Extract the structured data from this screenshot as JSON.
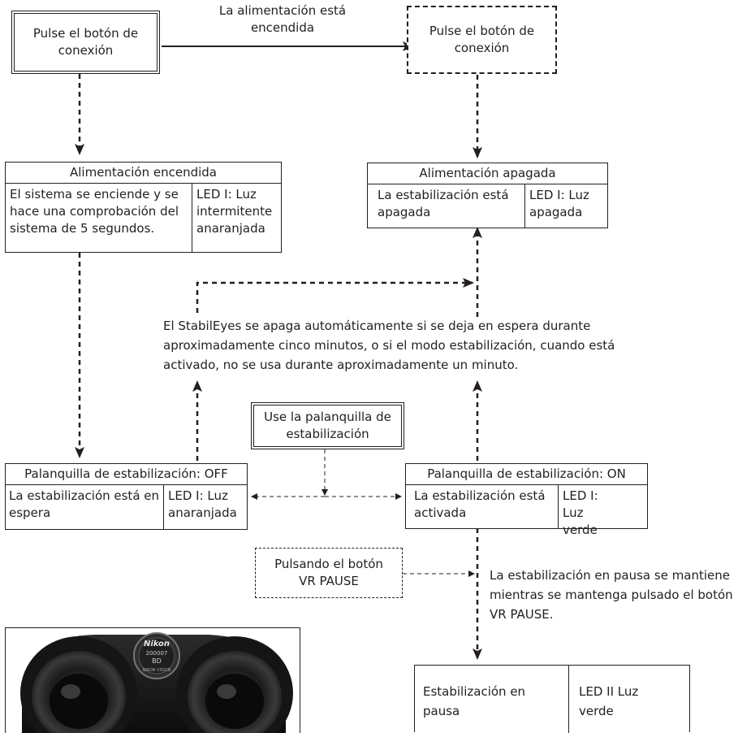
{
  "top_left_box": "Pulse el botón de conexión",
  "top_right_box": "Pulse el botón de conexión",
  "power_on_label": "La alimentación está encendida",
  "power_on_table": {
    "header": "Alimentación encendida",
    "left": "El sistema se enciende y se hace una comprobación del sistema de 5 segundos.",
    "right": "LED I: Luz intermitente anaranjada"
  },
  "power_off_table": {
    "header": "Alimentación apagada",
    "left": "La estabilización está apagada",
    "right": "LED I: Luz apagada"
  },
  "auto_off_note": "El StabilEyes se apaga automáticamente si se deja en espera durante aproximadamente cinco minutos, o si el modo estabilización, cuando está activado, no se usa durante aproximadamente un minuto.",
  "use_lever_box": "Use la palanquilla de estabilización",
  "lever_off_table": {
    "header": "Palanquilla de estabilización: OFF",
    "left": "La estabilización está en espera",
    "right": "LED I: Luz anaranjada"
  },
  "lever_on_table": {
    "header": "Palanquilla de estabilización: ON",
    "left": "La estabilización está activada",
    "right": "LED I: Luz verde"
  },
  "vr_pause_box": "Pulsando el botón VR PAUSE",
  "pause_note": "La estabilización en pausa se mantiene mientras se mantenga pulsado el botón VR PAUSE.",
  "paused_table": {
    "left": "Estabilización en pausa",
    "right": "LED II Luz verde"
  },
  "photo_text": {
    "brand": "Nikon",
    "model": "BD",
    "code": "200007",
    "vision": "NIKON VISION"
  }
}
